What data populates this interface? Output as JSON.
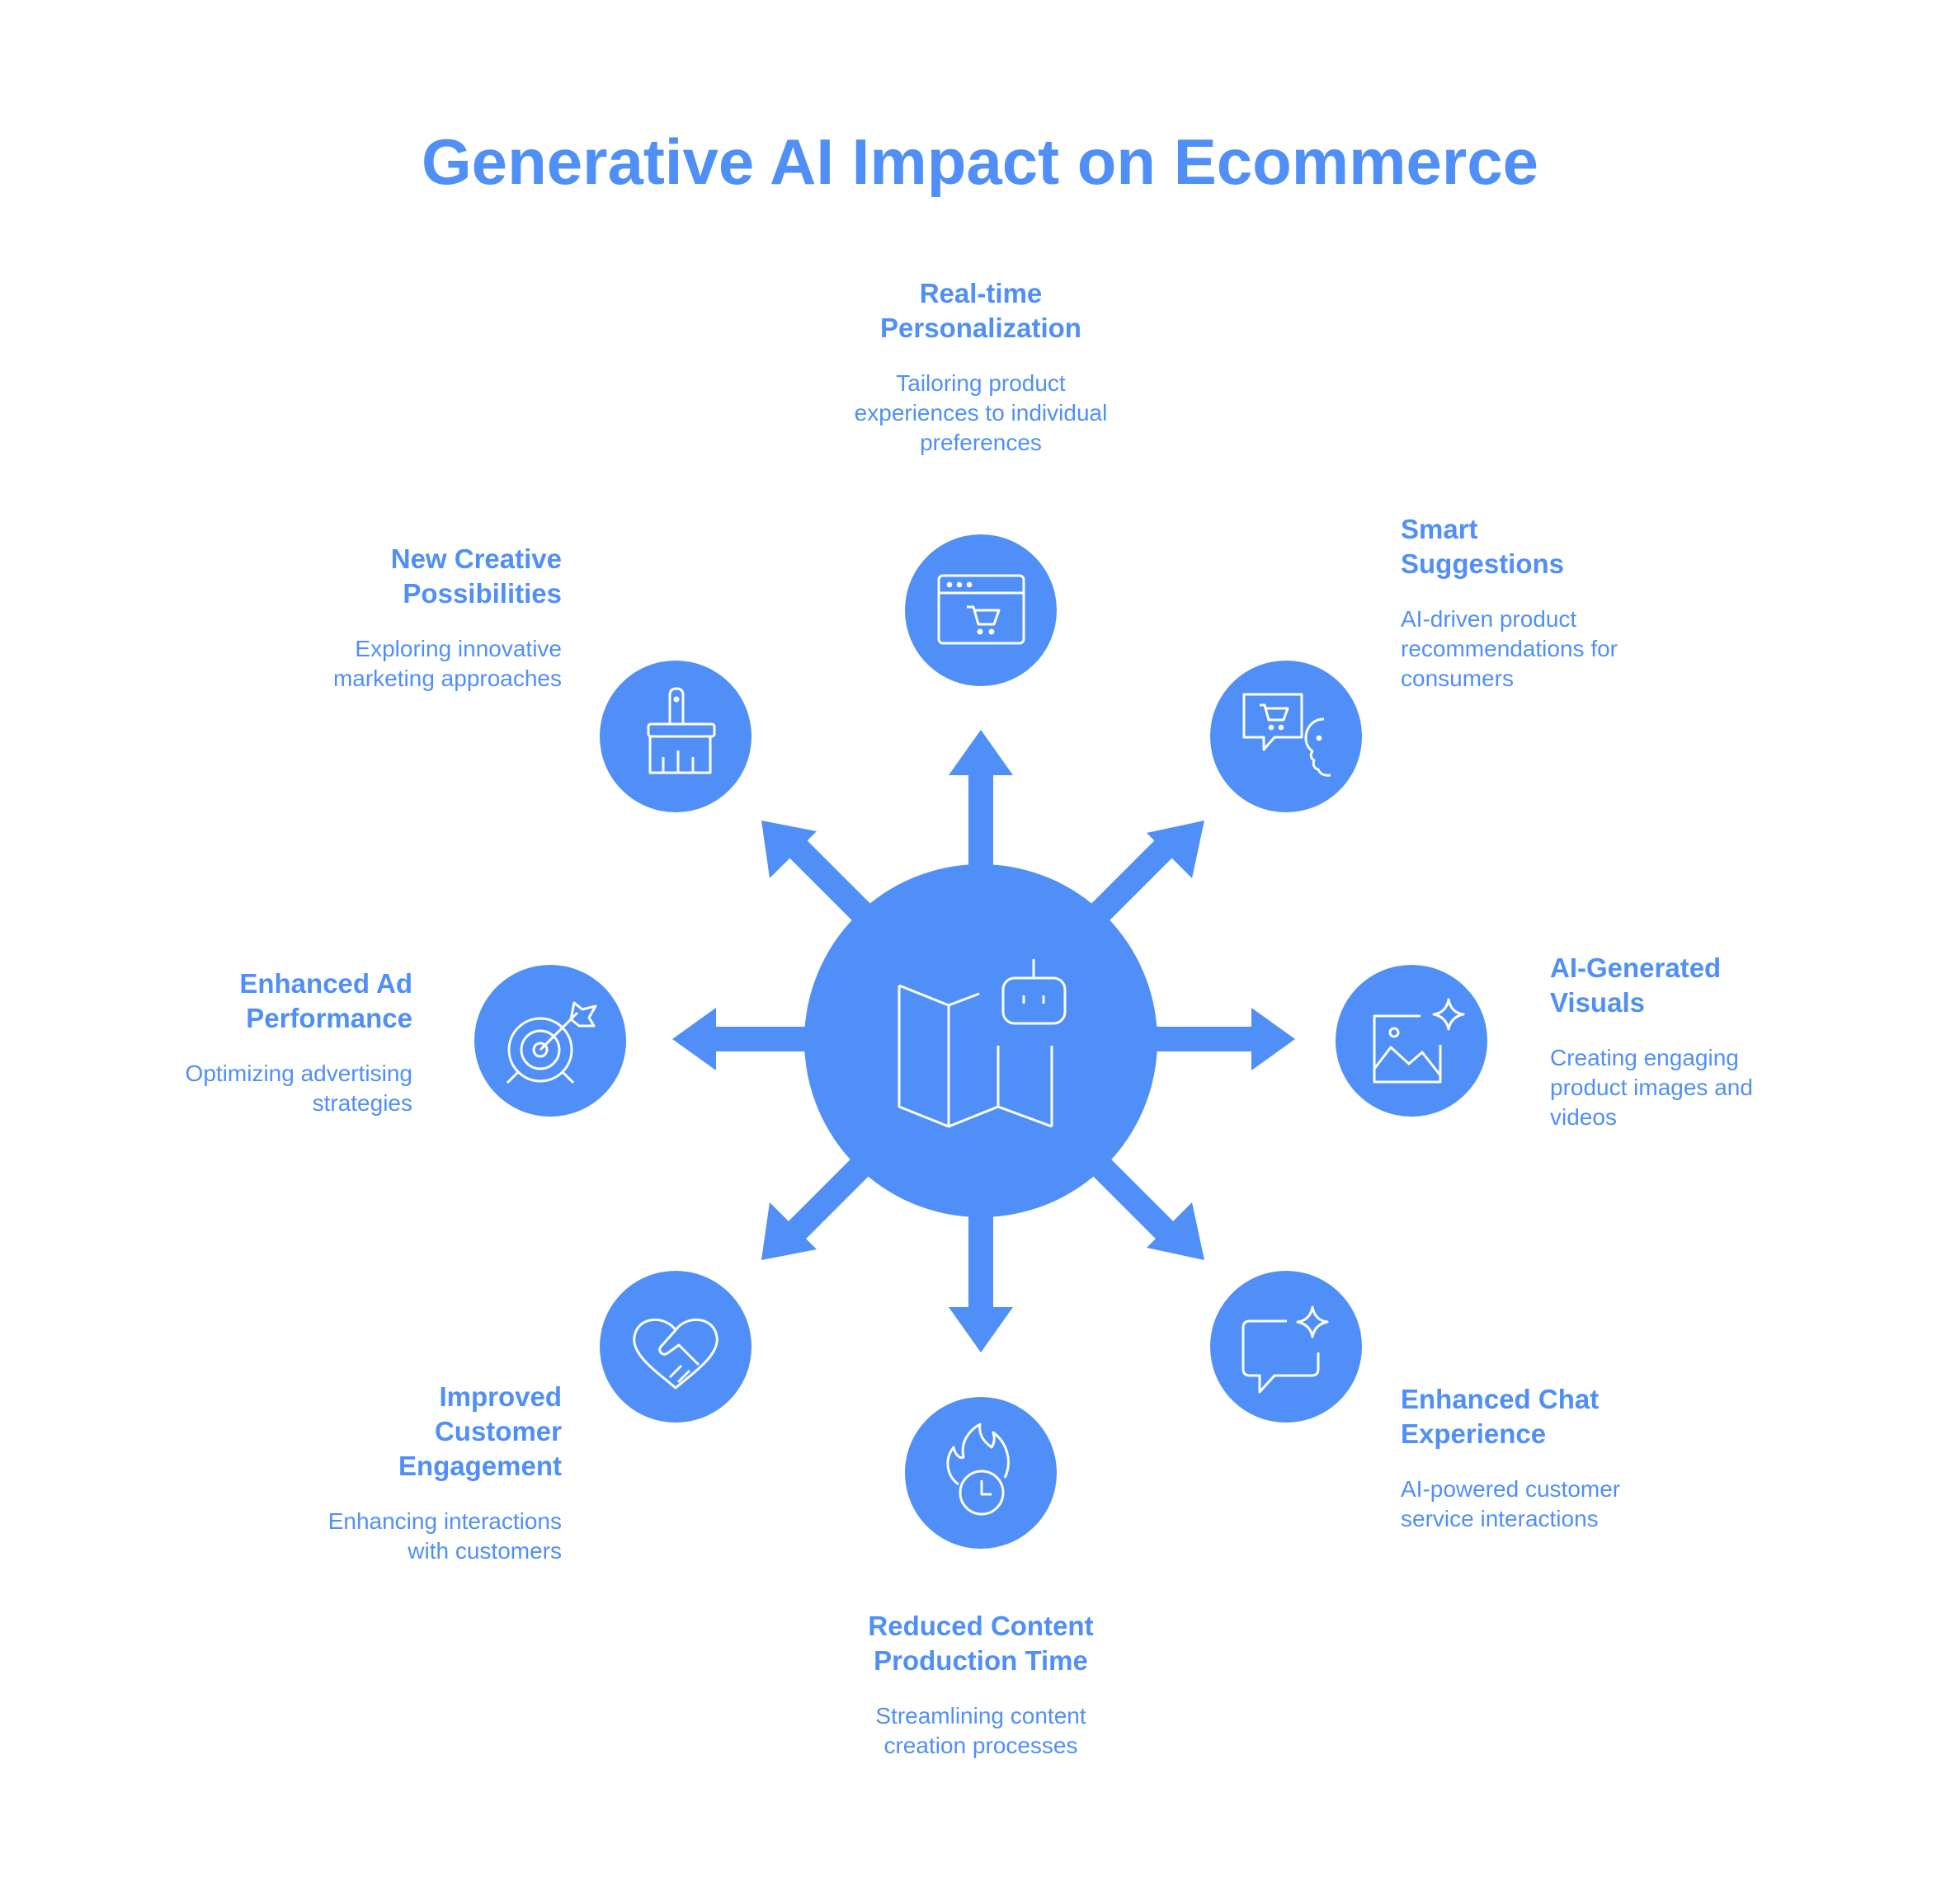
{
  "title": "Generative AI Impact on Ecommerce",
  "colors": {
    "accent": "#4f8ff7",
    "icon_stroke": "#ffffff",
    "background": "#ffffff"
  },
  "center": {
    "icons": [
      "map-icon",
      "robot-icon"
    ]
  },
  "nodes": [
    {
      "id": "realtime",
      "title": "Real-time Personalization",
      "description": "Tailoring product experiences to individual preferences",
      "icon": "browser-cart-icon"
    },
    {
      "id": "smart",
      "title": "Smart Suggestions",
      "description": "AI-driven product recommendations for consumers",
      "icon": "chat-cart-face-icon"
    },
    {
      "id": "visuals",
      "title": "AI-Generated Visuals",
      "description": "Creating engaging product images and videos",
      "icon": "image-sparkle-icon"
    },
    {
      "id": "chat",
      "title": "Enhanced Chat Experience",
      "description": "AI-powered customer service interactions",
      "icon": "chat-sparkle-icon"
    },
    {
      "id": "production",
      "title": "Reduced Content Production Time",
      "description": "Streamlining content creation processes",
      "icon": "fire-clock-icon"
    },
    {
      "id": "engagement",
      "title": "Improved Customer Engagement",
      "description": "Enhancing interactions with customers",
      "icon": "heart-handshake-icon"
    },
    {
      "id": "ads",
      "title": "Enhanced Ad Performance",
      "description": "Optimizing advertising strategies",
      "icon": "target-arrow-icon"
    },
    {
      "id": "creative",
      "title": "New Creative Possibilities",
      "description": "Exploring innovative marketing approaches",
      "icon": "paintbrush-icon"
    }
  ]
}
